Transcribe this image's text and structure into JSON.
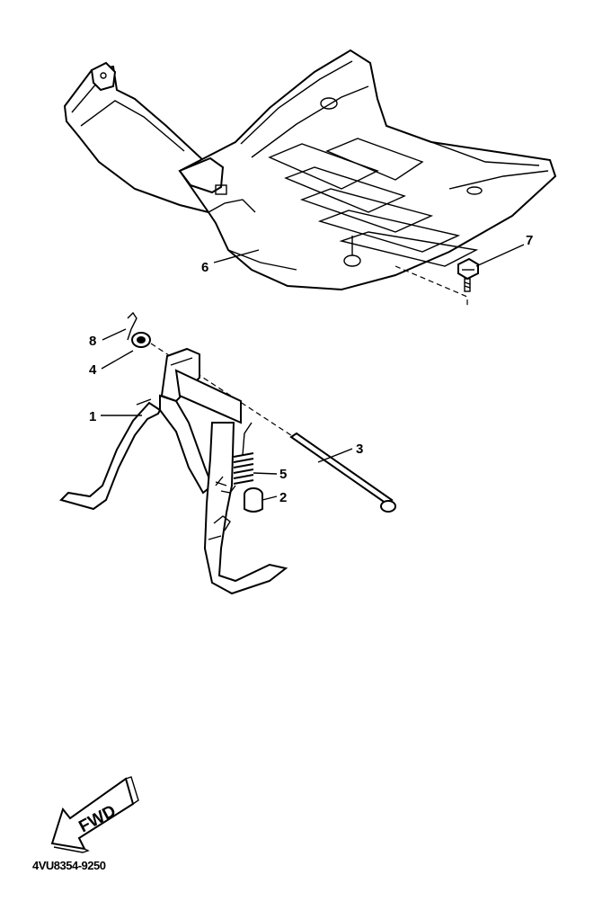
{
  "callouts": {
    "c1": "1",
    "c2": "2",
    "c3": "3",
    "c4": "4",
    "c5": "5",
    "c6": "6",
    "c7": "7",
    "c8": "8"
  },
  "fwd_label": "FWD",
  "diagram_code": "4VU8354-9250"
}
